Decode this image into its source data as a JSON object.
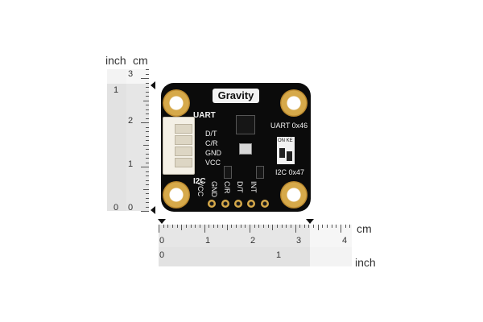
{
  "rulers": {
    "vertical": {
      "inch_label": "inch",
      "cm_label": "cm",
      "inch_ticks": [
        "1",
        "0"
      ],
      "cm_ticks": [
        "3",
        "2",
        "1",
        "0"
      ]
    },
    "horizontal": {
      "cm_label": "cm",
      "inch_label": "inch",
      "cm_ticks": [
        "0",
        "1",
        "2",
        "3",
        "4"
      ],
      "inch_ticks": [
        "0",
        "1"
      ]
    }
  },
  "board": {
    "title": "Gravity",
    "uart_label": "UART",
    "i2c_label": "I2C",
    "connector_pins": [
      "D/T",
      "C/R",
      "GND",
      "VCC"
    ],
    "bottom_pins": [
      "VCC",
      "GND",
      "C/R",
      "D/T",
      "INT"
    ],
    "addr_uart": "UART  0x46",
    "addr_i2c": "I2C  0x47",
    "switch_labels": "ON KE"
  }
}
